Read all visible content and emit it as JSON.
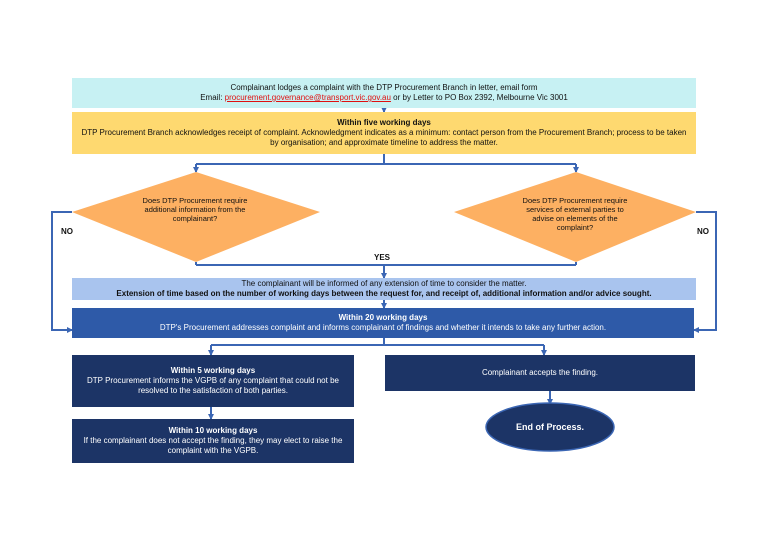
{
  "step1": {
    "line1": "Complainant lodges a complaint with the DTP Procurement Branch in letter, email form",
    "email_prefix": "Email: ",
    "email": "procurement.governance@transport.vic.gov.au",
    "email_suffix": " or by Letter to PO Box 2392, Melbourne Vic 3001"
  },
  "step2": {
    "title": "Within five working days",
    "text": "DTP Procurement Branch acknowledges receipt of complaint. Acknowledgment indicates as a minimum: contact person from the Procurement Branch; process to be taken by organisation; and approximate timeline to address the matter."
  },
  "decision_left": {
    "text": "Does DTP Procurement require additional information from the complainant?",
    "no_label": "NO"
  },
  "decision_right": {
    "text": "Does DTP Procurement require services of external parties to advise on elements of the complaint?",
    "no_label": "NO"
  },
  "yes_label": "YES",
  "step3": {
    "line1": "The complainant will be informed of any extension of time to consider the matter.",
    "line2": "Extension of time based on the number of working days between the request for, and receipt of, additional information and/or advice sought."
  },
  "step4": {
    "title": "Within 20 working days",
    "text": "DTP's Procurement addresses complaint and informs complainant of findings and whether it intends to take any further action."
  },
  "step5": {
    "title": "Within 5 working days",
    "text": "DTP Procurement informs the VGPB of any complaint that could not be resolved to the satisfaction of both parties."
  },
  "step6": {
    "text": "Complainant accepts the finding."
  },
  "step7": {
    "title": "Within 10 working days",
    "text": "If the complainant does not accept the finding, they may elect to raise the complaint with the VGPB."
  },
  "end": {
    "text": "End of Process."
  },
  "colors": {
    "cyan": "#c7f1f3",
    "yellow": "#fed970",
    "orange": "#fdb062",
    "light_blue": "#a9c4ee",
    "mid_blue": "#2e5aa8",
    "navy": "#1c3466",
    "connector": "#3b66b4"
  }
}
